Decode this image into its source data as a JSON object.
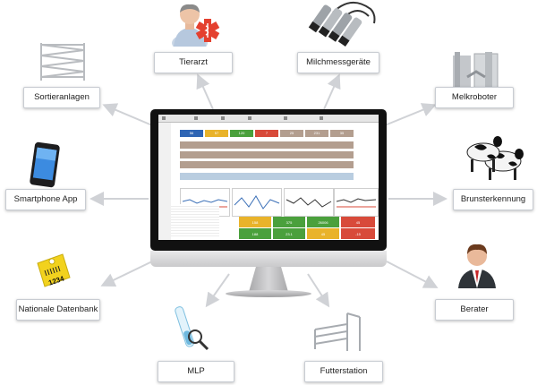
{
  "labels": {
    "tierarzt": "Tierarzt",
    "milchmessgeraete": "Milchmessgeräte",
    "sortieranlagen": "Sortieranlagen",
    "melkroboter": "Melkroboter",
    "smartphone_app": "Smartphone App",
    "brunsterkennung": "Brunsterkennung",
    "nationale_datenbank": "Nationale Datenbank",
    "berater": "Berater",
    "mlp": "MLP",
    "futterstation": "Futterstation"
  },
  "ear_tag_number": "1234",
  "dashboard": {
    "top_tiles": [
      "56",
      "57",
      "120",
      "7",
      "25",
      "231",
      "35"
    ],
    "kpi_values": [
      "158",
      "375",
      "26006",
      "45",
      "188",
      "23.1",
      "45",
      "-15"
    ]
  },
  "colors": {
    "green": "#4aa03c",
    "red": "#d84a3a",
    "orange": "#e9b32a",
    "blue": "#2f65b4",
    "taupe": "#b39e8f"
  }
}
